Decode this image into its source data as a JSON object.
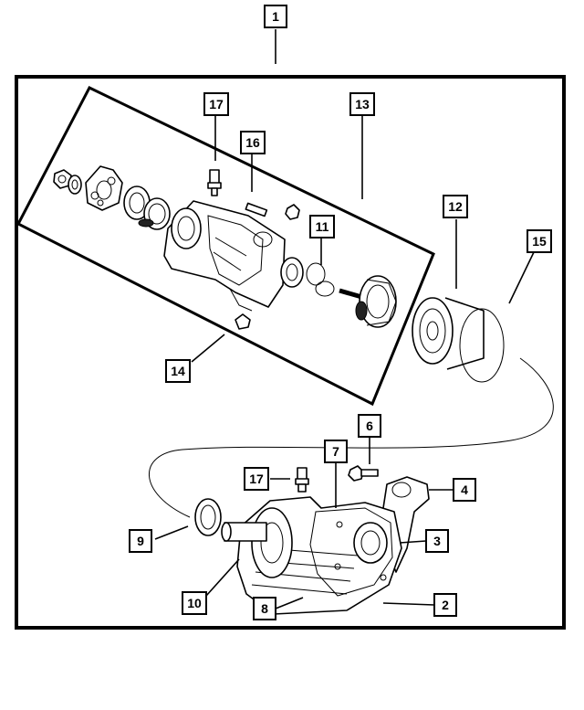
{
  "diagram": {
    "callouts": [
      {
        "id": "c1",
        "label": "1"
      },
      {
        "id": "c2",
        "label": "2"
      },
      {
        "id": "c3",
        "label": "3"
      },
      {
        "id": "c4",
        "label": "4"
      },
      {
        "id": "c6",
        "label": "6"
      },
      {
        "id": "c7",
        "label": "7"
      },
      {
        "id": "c8",
        "label": "8"
      },
      {
        "id": "c9",
        "label": "9"
      },
      {
        "id": "c10",
        "label": "10"
      },
      {
        "id": "c11",
        "label": "11"
      },
      {
        "id": "c12",
        "label": "12"
      },
      {
        "id": "c13",
        "label": "13"
      },
      {
        "id": "c14",
        "label": "14"
      },
      {
        "id": "c15",
        "label": "15"
      },
      {
        "id": "c16",
        "label": "16"
      },
      {
        "id": "c17a",
        "label": "17"
      },
      {
        "id": "c17b",
        "label": "17"
      }
    ]
  }
}
